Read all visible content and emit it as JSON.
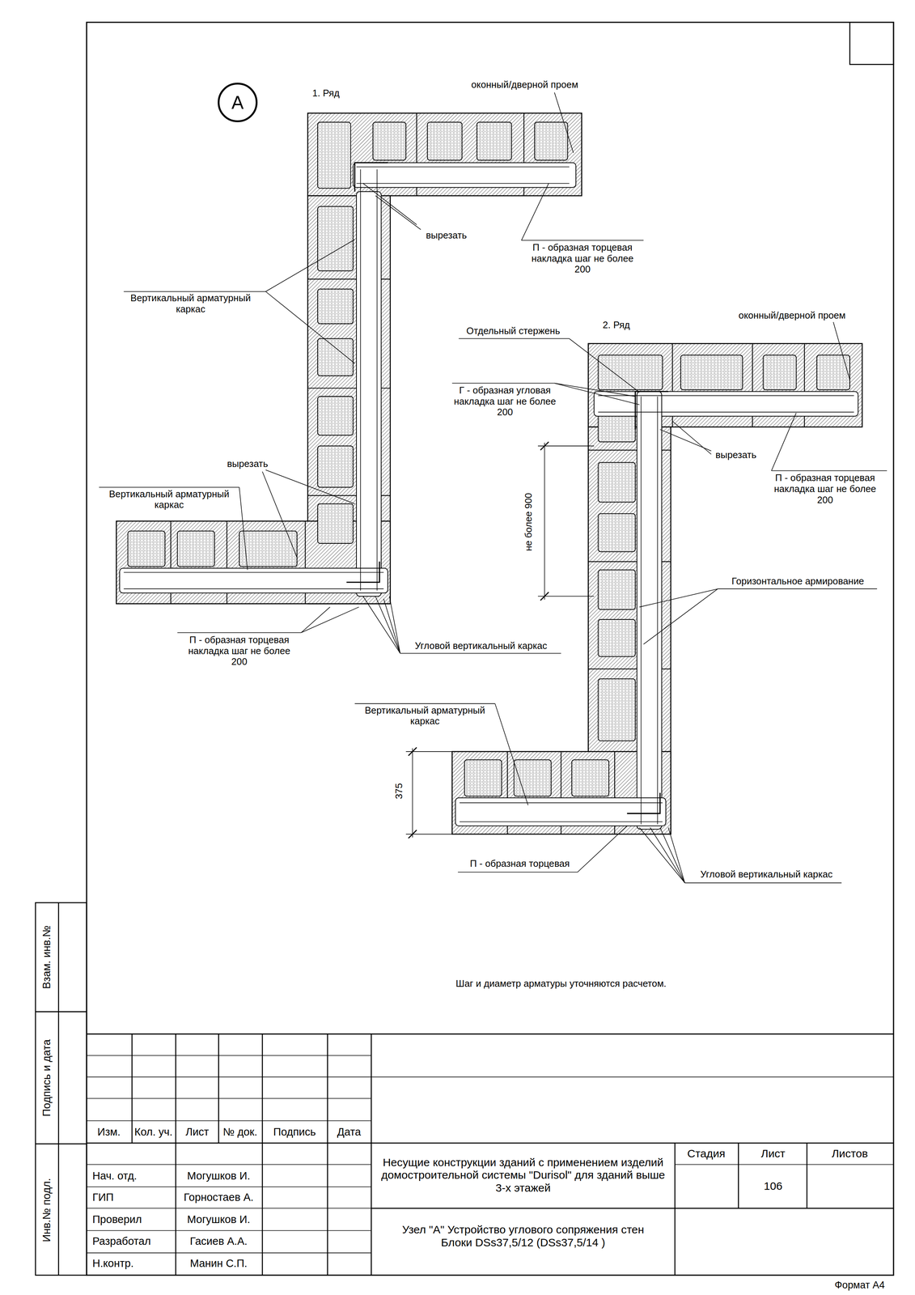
{
  "diagram": {
    "nodes": [
      {
        "text": [
          "А"
        ]
      }
    ],
    "labels": [
      "1. Ряд",
      "оконный/дверной проем",
      "вырезать",
      "П - образная торцевая накладка шаг не более 200",
      "Вертикальный арматурный каркас",
      "2. Ряд",
      "оконный/дверной проем",
      "Отдельный стержень",
      "Г - образная угловая накладка шаг не более 200",
      "вырезать",
      "П - образная торцевая накладка шаг не более 200",
      "не более 900",
      "вырезать",
      "Вертикальный арматурный каркас",
      "Горизонтальное армирование",
      "П - образная торцевая накладка шаг не более 200",
      "Угловой вертикальный каркас",
      "Вертикальный арматурный каркас",
      "375",
      "П - образная торцевая",
      "Угловой вертикальный каркас",
      "Шаг и диаметр арматуры уточняются расчетом.",
      "Взам. инв.№",
      "Подпись и дата",
      "Инв.№ подл.",
      "Изм.",
      "Кол. уч.",
      "Лист",
      "№ док.",
      "Подпись",
      "Дата",
      "Нач. отд.",
      "Могушков И.",
      "ГИП",
      "Горностаев А.",
      "Проверил",
      "Могушков И.",
      "Разработал",
      "Гасиев А.А.",
      "Н.контр.",
      "Манин С.П.",
      "Несущие конструкции зданий с применением изделий домостроительной системы \"Durisol\" для зданий выше 3-х этажей",
      "Стадия",
      "Лист",
      "Листов",
      "106",
      "Узел \"А\" Устройство углового сопряжения стен Блоки DSs37,5/12 (DSs37,5/14 )",
      "Формат А4"
    ]
  }
}
